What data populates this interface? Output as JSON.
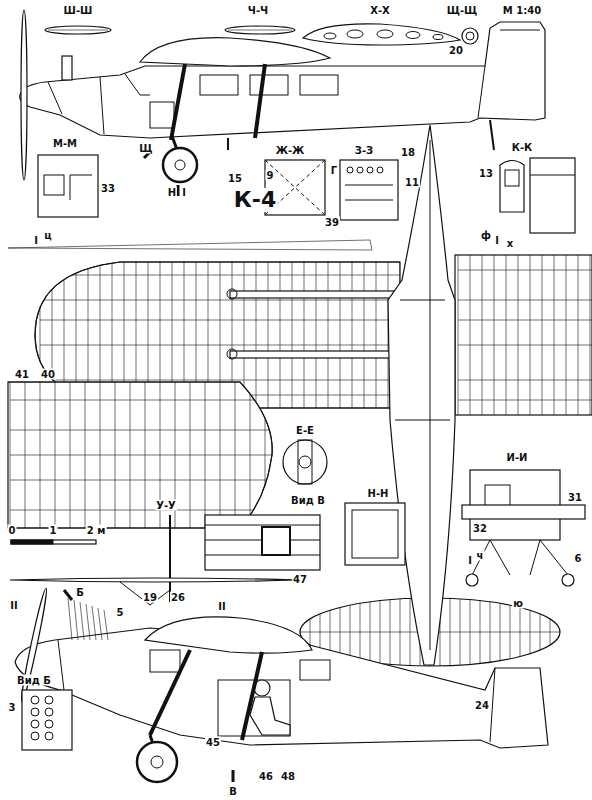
{
  "diagram": {
    "title": "К-4",
    "labels": [
      "Ш-Ш",
      "Ч-Ч",
      "Х-Х",
      "Щ-Щ",
      "М 1:40",
      "20",
      "13",
      "Щ",
      "15",
      "Н",
      "I",
      "М-М",
      "33",
      "Ж-Ж",
      "Г",
      "9",
      "З-З",
      "18",
      "11",
      "39",
      "К-К",
      "I",
      "ц",
      "I",
      "ф",
      "х",
      "41",
      "40",
      "Е-Е",
      "Вид В",
      "И-И",
      "31",
      "32",
      "6",
      "ю",
      "У-У",
      "0",
      "1",
      "2 м",
      "47",
      "19",
      "26",
      "Н-Н",
      "I",
      "ч",
      "II",
      "Б",
      "5",
      "II",
      "Вид Б",
      "3",
      "45",
      "46",
      "48",
      "В",
      "24"
    ]
  }
}
